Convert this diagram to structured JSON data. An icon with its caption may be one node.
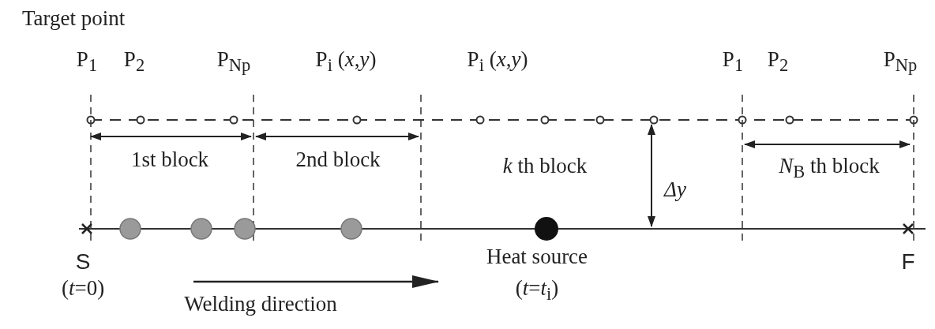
{
  "diagram": {
    "labels": [
      "Target point",
      "P$_{1}$",
      "P$_{2}$",
      "P$_{Np}$",
      "P$_{i}$ (*x*,*y*)",
      "P$_{i}$ (*x*,*y*)",
      "P$_{1}$",
      "P$_{2}$",
      "P$_{Np}$",
      "1st block",
      "2nd block",
      "*k* th block",
      "Δy",
      "*N*$_{B}$ th block",
      "S",
      "Heat source",
      "F",
      "(*t*=0)",
      "Welding direction",
      "(*t*=*t*$_{i}$)"
    ]
  }
}
